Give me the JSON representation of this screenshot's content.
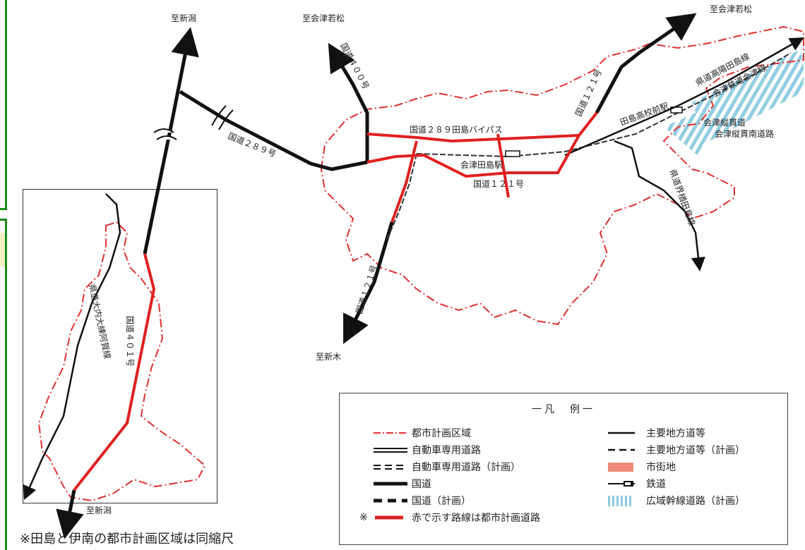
{
  "map_labels": {
    "dest_niigata_top": "至新潟",
    "dest_aizu_wakamatsu_1": "至会津若松",
    "dest_aizu_wakamatsu_2": "至会津若松",
    "dest_imaichi": "至新木",
    "dest_niigata_bottom": "至新潟",
    "rt400": "国道４００号",
    "rt289": "国道２８９号",
    "rt289_bypass": "国道２８９田島バイパス",
    "rt121_north": "国道１２１号",
    "rt121_center": "国道１２１号",
    "rt121_south": "国道１２１号",
    "rt401": "国道４０１号",
    "station": "会津田島駅",
    "station_east": "田島高校前駅",
    "pref_takahata": "県道高陽田島線",
    "railway_aizu": "会津鉄道会津線",
    "pref_tateishi": "県道界楢田島線",
    "pref_ouchi": "県道大内大練阿賀線",
    "trunk_road": "会津縦貫道",
    "trunk_road_south": "会津縦貫南道路"
  },
  "legend": {
    "title": "一凡　例一",
    "items": [
      {
        "label": "都市計画区域",
        "symbol": "city-planning-area",
        "color": "#e03030"
      },
      {
        "label": "主要地方道等",
        "symbol": "major-road",
        "color": "#111111"
      },
      {
        "label": "自動車専用道路",
        "symbol": "expressway",
        "color": "#111111"
      },
      {
        "label": "主要地方道等（計画）",
        "symbol": "major-road-planned",
        "color": "#111111"
      },
      {
        "label": "自動車専用道路（計画）",
        "symbol": "expressway-planned",
        "color": "#111111"
      },
      {
        "label": "市街地",
        "symbol": "urban-area",
        "color": "#f08a78"
      },
      {
        "label": "国道",
        "symbol": "national-road",
        "color": "#111111"
      },
      {
        "label": "鉄道",
        "symbol": "railway",
        "color": "#111111"
      },
      {
        "label": "国道（計画）",
        "symbol": "national-road-planned",
        "color": "#111111"
      },
      {
        "label": "広域幹線道路（計画）",
        "symbol": "trunk-road-planned",
        "color": "#8ccbe0"
      },
      {
        "label": "赤で示す路線は都市計画道路",
        "symbol": "city-planning-road",
        "color": "#e02020",
        "prefix": "※"
      }
    ]
  },
  "note": "※田島と伊南の都市計画区域は同縮尺"
}
